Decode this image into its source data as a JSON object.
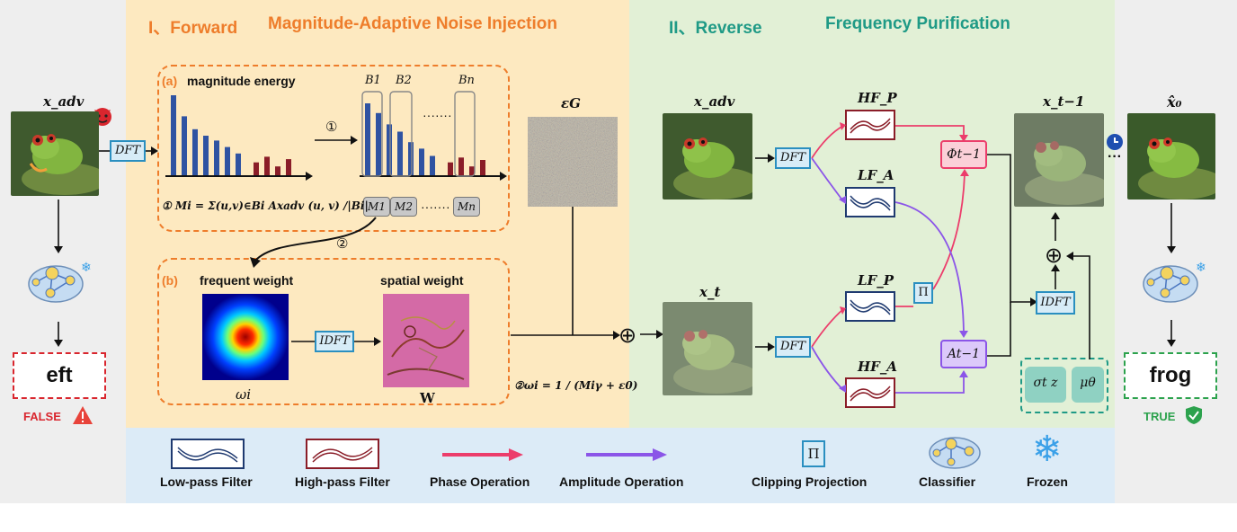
{
  "section1": {
    "prefix": "I、Forward",
    "title": "Magnitude-Adaptive Noise Injection"
  },
  "section2": {
    "prefix": "II、Reverse",
    "title": "Frequency Purification"
  },
  "left": {
    "x_adv": "x_adv",
    "dft": "DFT",
    "prediction": "eft",
    "verdict": "FALSE"
  },
  "right": {
    "x0": "x̂₀",
    "prediction": "frog",
    "verdict": "TRUE"
  },
  "forward": {
    "panel_a_tag": "(a)",
    "panel_a_title": "magnitude energy",
    "step1": "①",
    "step2": "②",
    "bins": [
      "B1",
      "B2",
      "Bn"
    ],
    "bin_dots": "·······",
    "m_chips": [
      "M1",
      "M2",
      "Mn"
    ],
    "m_dots": "·······",
    "formula_m": "① Mi = Σ(u,v)∈Bi Axadv (u, v) /|Bi|",
    "panel_b_tag": "(b)",
    "freq_weight": "frequent weight",
    "spatial_weight": "spatial weight",
    "idft": "IDFT",
    "omega": "ωi",
    "W": "W",
    "noise_label": "εG",
    "formula_w": "②ωi = 1 / (Miγ + ε0)"
  },
  "reverse": {
    "x_adv": "x_adv",
    "x_t": "x_t",
    "dft1": "DFT",
    "dft2": "DFT",
    "hf_p": "HF_P",
    "lf_a": "LF_A",
    "lf_p": "LF_P",
    "hf_a": "HF_A",
    "phi": "Φt−1",
    "amp": "At−1",
    "proj": "Π",
    "idft": "IDFT",
    "x_t1": "x_t−1",
    "sigma": "σt z",
    "mu": "μθ",
    "dots": "···"
  },
  "legend": {
    "low_pass": "Low-pass Filter",
    "high_pass": "High-pass Filter",
    "phase": "Phase Operation",
    "amplitude": "Amplitude Operation",
    "clipping_symbol": "Π",
    "clipping": "Clipping Projection",
    "classifier": "Classifier",
    "frozen": "Frozen"
  },
  "colors": {
    "forward_bg": "#fde9c0",
    "reverse_bg": "#e2f0d6",
    "legend_bg": "#dcebf7",
    "side_bg": "#eeeeee",
    "orange": "#ee7d2b",
    "teal": "#1f9a86",
    "blue_bar": "#2f53a2",
    "red_bar": "#8a1d28",
    "phase_arrow": "#ec3d6b",
    "amp_arrow": "#8b55e8",
    "false_red": "#d9262e",
    "true_green": "#2ca24d"
  },
  "chart_bars": {
    "left": [
      1.0,
      0.74,
      0.58,
      0.5,
      0.44,
      0.36,
      0.28,
      0.17,
      0.24,
      0.12,
      0.21
    ],
    "right": [
      0.9,
      0.78,
      0.64,
      0.55,
      0.42,
      0.34,
      0.25,
      0.17,
      0.23,
      0.12,
      0.2
    ]
  }
}
